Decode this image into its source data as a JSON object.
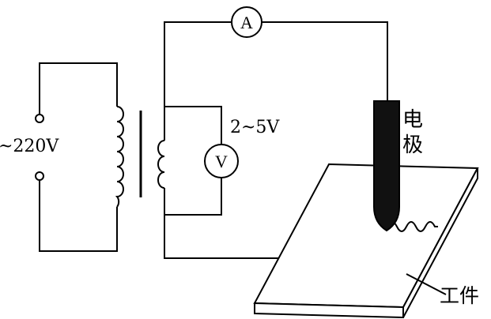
{
  "labels": {
    "source_voltage": "~220V",
    "secondary_voltage": "2~5V",
    "ammeter": "A",
    "voltmeter": "V",
    "electrode_char1": "电",
    "electrode_char2": "极",
    "workpiece": "工件"
  },
  "colors": {
    "line": "#000000",
    "background": "#ffffff",
    "electrode": "#111111"
  }
}
